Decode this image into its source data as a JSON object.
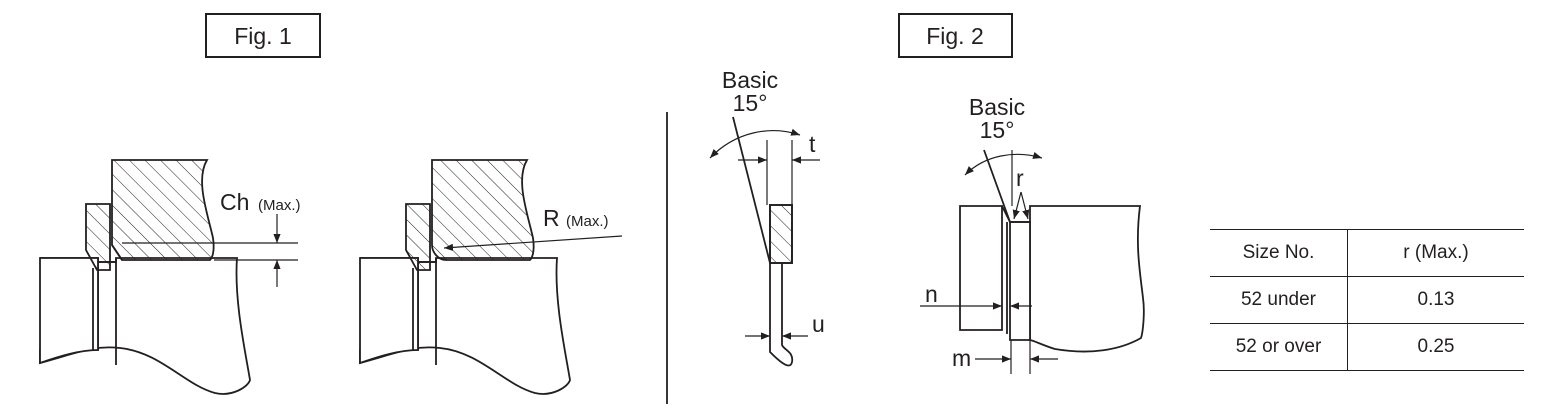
{
  "fig1": {
    "title": "Fig. 1",
    "ch_label": "Ch",
    "ch_suffix": "(Max.)",
    "r_label": "R",
    "r_suffix": "(Max.)"
  },
  "fig2": {
    "title": "Fig. 2",
    "left_basic": "Basic",
    "left_angle": "15°",
    "t_label": "t",
    "u_label": "u",
    "right_basic": "Basic",
    "right_angle": "15°",
    "r_label": "r",
    "n_label": "n",
    "m_label": "m"
  },
  "table": {
    "headers": [
      "Size No.",
      "r (Max.)"
    ],
    "rows": [
      [
        "52 under",
        "0.13"
      ],
      [
        "52 or over",
        "0.25"
      ]
    ]
  }
}
